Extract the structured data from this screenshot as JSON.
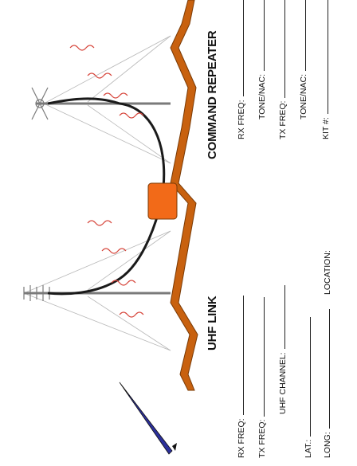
{
  "diagram": {
    "colors": {
      "ground": "#c8610f",
      "ground_stroke": "#7a3b06",
      "enclosure": "#f26a18",
      "cable": "#1a1a1a",
      "signal": "#d6443a",
      "mast": "#7a7a7a",
      "guy": "#b8b8b8",
      "pointer_blue": "#2b2f9a"
    }
  },
  "repeater": {
    "title": "COMMAND REPEATER",
    "rx_freq": "RX FREQ:",
    "tone_nac_1": "TONE/NAC:",
    "tx_freq": "TX FREQ:",
    "tone_nac_2": "TONE/NAC:",
    "kit": "KIT #:"
  },
  "link": {
    "title": "UHF LINK",
    "rx_freq": "RX FREQ:",
    "tx_freq": "TX FREQ:",
    "uhf_channel": "UHF CHANNEL:"
  },
  "site": {
    "lat": "LAT.:",
    "long": "LONG:",
    "location": "LOCATION:"
  }
}
